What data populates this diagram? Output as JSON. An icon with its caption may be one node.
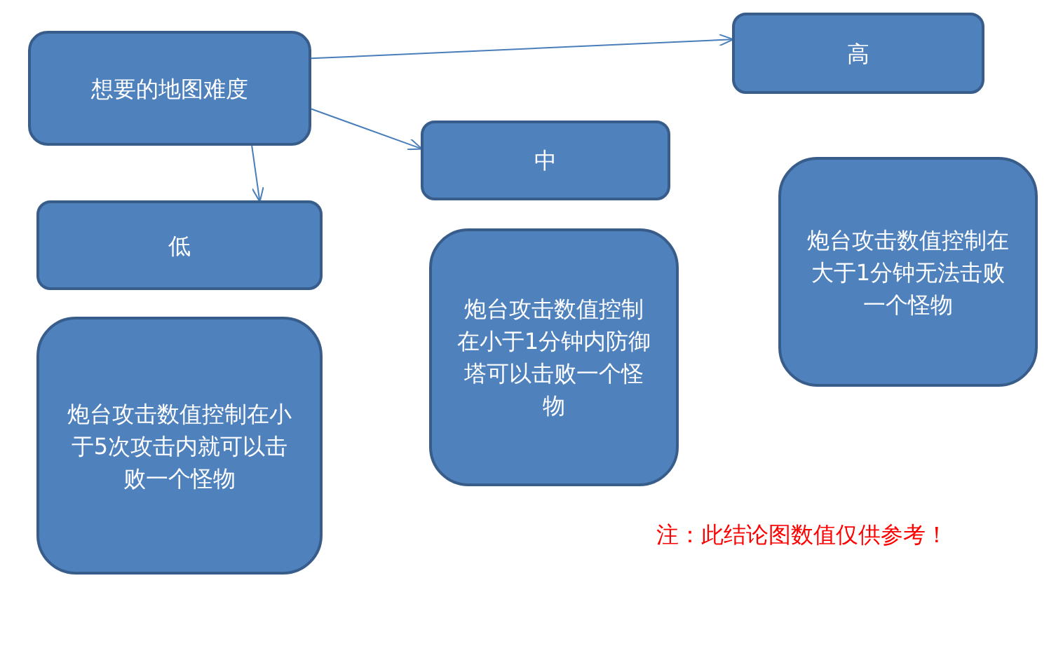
{
  "diagram": {
    "nodes": [
      {
        "text": [
          "想要的地图难度"
        ]
      },
      {
        "text": [
          "高"
        ]
      },
      {
        "text": [
          "中"
        ]
      },
      {
        "text": [
          "低"
        ]
      },
      {
        "text": [
          "炮台攻击数值控制在小于5次攻击内就可以击败一个怪物"
        ]
      },
      {
        "text": [
          "炮台攻击数值控制在小于1分钟内防御塔可以击败一个怪物"
        ]
      },
      {
        "text": [
          "炮台攻击数值控制在大于1分钟无法击败一个怪物"
        ]
      }
    ],
    "edges": [
      {
        "from": 0,
        "to": 1,
        "arrow": "to"
      },
      {
        "from": 0,
        "to": 2,
        "arrow": "to"
      },
      {
        "from": 0,
        "to": 3,
        "arrow": "to"
      }
    ],
    "labels": [
      "注：此结论图数值仅供参考！"
    ]
  }
}
